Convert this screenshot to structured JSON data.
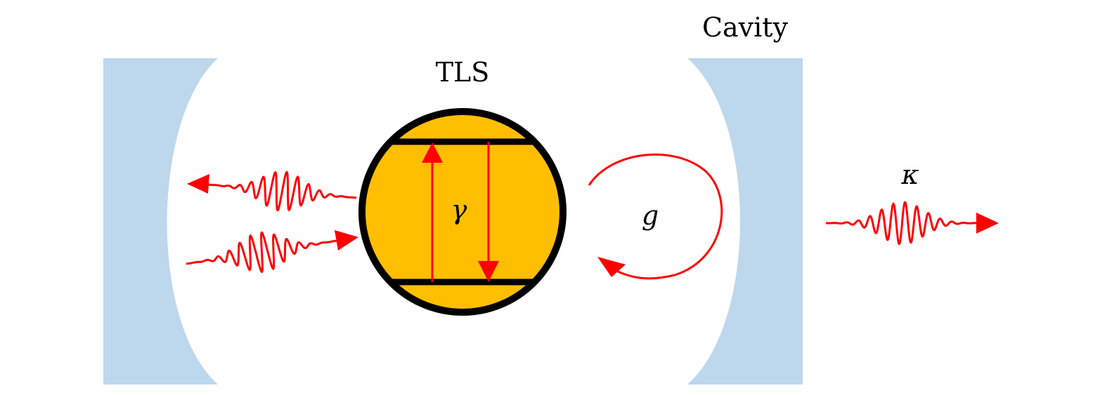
{
  "labels": {
    "cavity": "Cavity",
    "tls": "TLS",
    "gamma": "γ",
    "g": "g",
    "kappa": "κ"
  },
  "colors": {
    "mirror": "#bdd7ed",
    "atom_fill": "#ffbf00",
    "photon": "#ff0000",
    "outline": "#000000"
  }
}
